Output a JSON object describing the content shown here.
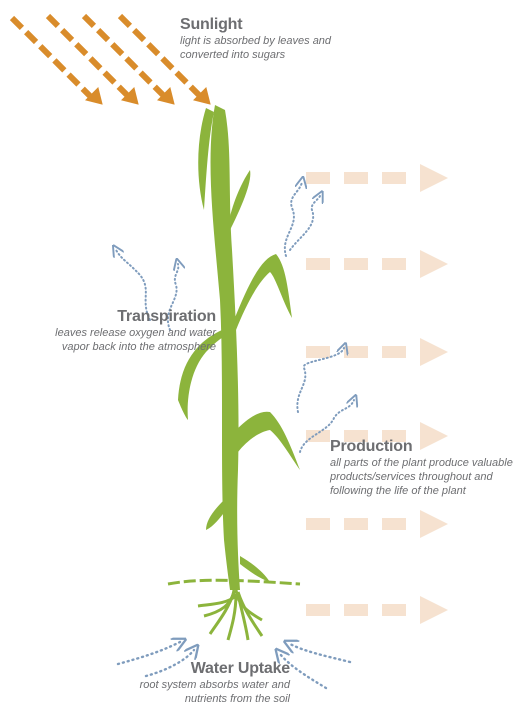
{
  "colors": {
    "sunlight_arrow": "#d98c2b",
    "production_arrow": "#f6e2d0",
    "plant": "#8cb43c",
    "water_dots": "#7f9cbd",
    "text": "#6d6e71"
  },
  "sunlight": {
    "title": "Sunlight",
    "description_line1": "light is absorbed by leaves and",
    "description_line2": "converted into sugars"
  },
  "transpiration": {
    "title": "Transpiration",
    "description_line1": "leaves release oxygen and water",
    "description_line2": "vapor back into the atmosphere"
  },
  "production": {
    "title": "Production",
    "description_line1": "all parts of the plant produce valuable",
    "description_line2": "products/services throughout and",
    "description_line3": "following the life of the plant"
  },
  "water_uptake": {
    "title": "Water Uptake",
    "description_line1": "root system absorbs water and",
    "description_line2": "nutrients from the soil"
  }
}
